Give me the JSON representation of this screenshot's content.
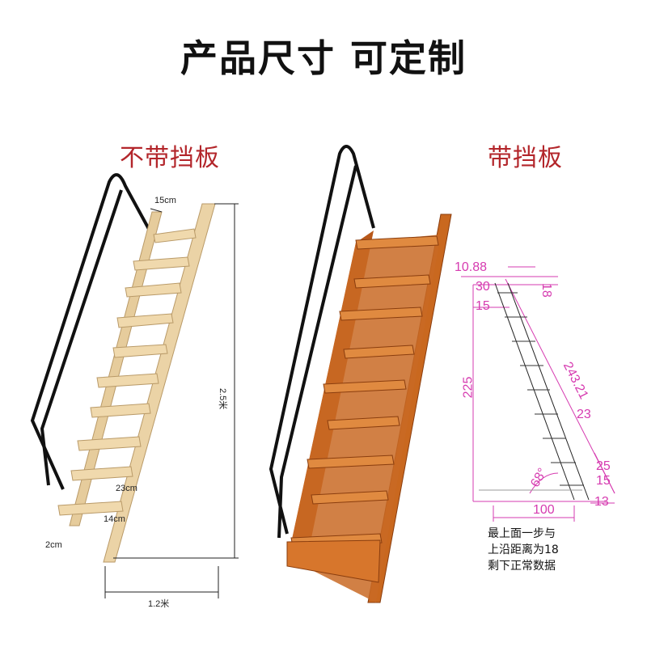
{
  "header": {
    "title": "产品尺寸 可定制"
  },
  "left": {
    "label": "不带挡板",
    "dim_tread_depth": "15cm",
    "dim_height": "2.5米",
    "dim_step_rise": "23cm",
    "dim_tread_inner": "14cm",
    "dim_side": "2cm",
    "dim_base": "1.2米"
  },
  "middle": {
    "label": "带挡板"
  },
  "diagram": {
    "d_1088": "10.88",
    "d_30": "30",
    "d_18": "18",
    "d_15_top": "15",
    "d_225": "225",
    "d_24321": "243.21",
    "d_23": "23",
    "d_68": "68°",
    "d_25": "25",
    "d_15_bottom": "15",
    "d_100": "100",
    "d_13": "13",
    "note_lines": [
      "最上面一步与",
      "上沿距离为18",
      "剩下正常数据"
    ]
  },
  "colors": {
    "wood_light": "#e8cfa0",
    "wood_dark": "#c2651d",
    "rail": "#111111",
    "dim_pink": "#d63bb0",
    "label_red": "#b3262b"
  }
}
